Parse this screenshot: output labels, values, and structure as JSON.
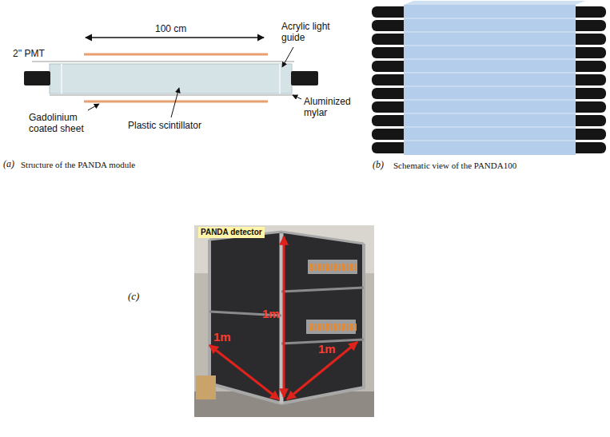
{
  "diagram": {
    "labels": [
      "100 cm",
      "2'' PMT",
      "Acrylic light guide",
      "Gadolinium coated sheet",
      "Plastic scintillator",
      "Aluminized mylar",
      "(a)",
      "Structure of the PANDA module",
      "(b)",
      "Schematic view of the PANDA100",
      "PANDA detector",
      "1m",
      "1m",
      "1m",
      "(c)"
    ]
  }
}
